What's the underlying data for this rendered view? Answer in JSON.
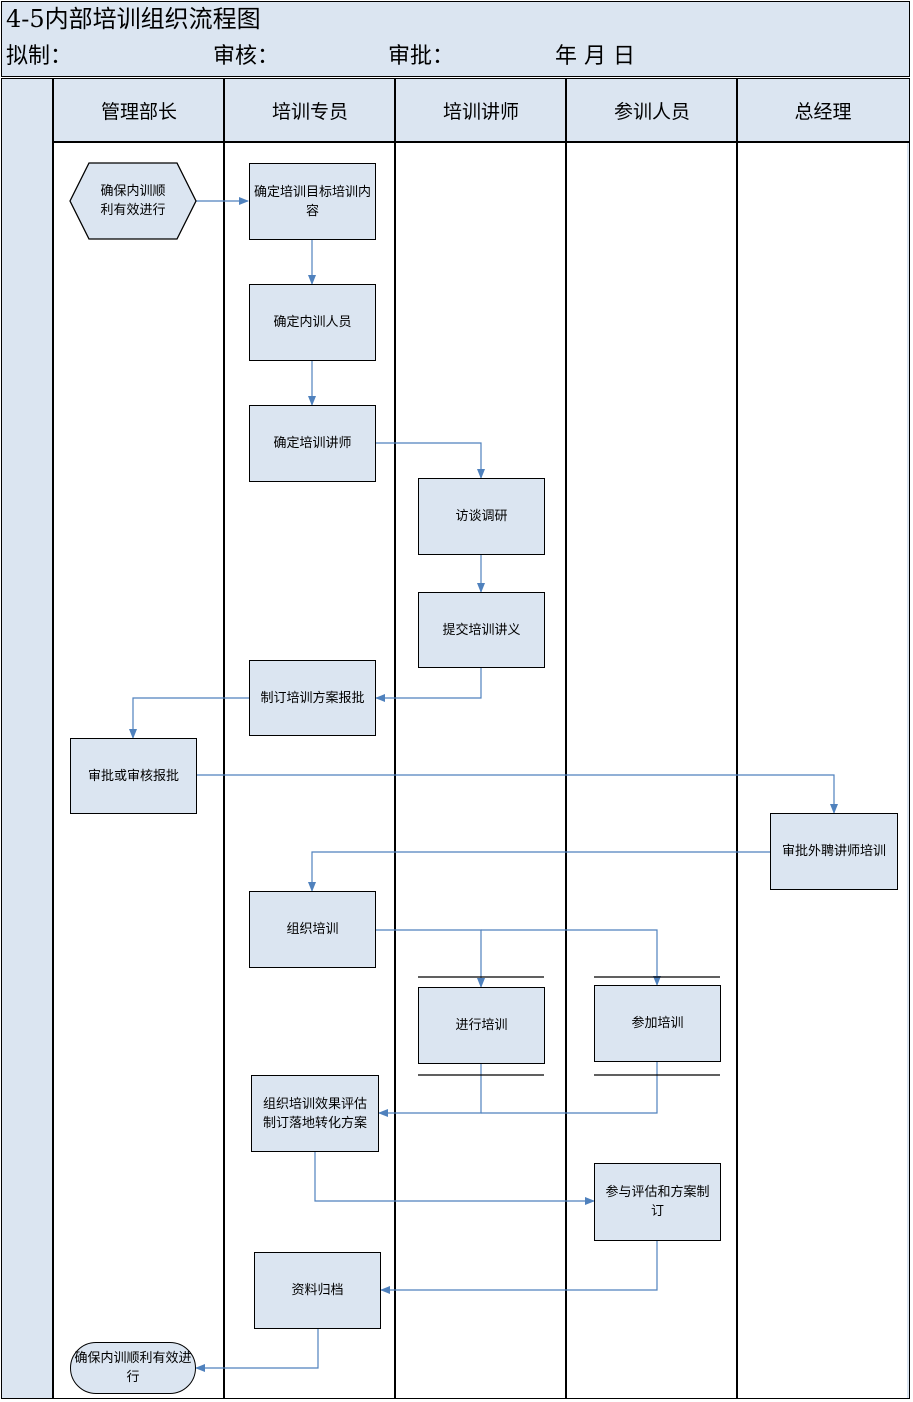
{
  "header": {
    "title": "4-5内部培训组织流程图",
    "drafted": "拟制：",
    "reviewed": "审核：",
    "approved": "审批：",
    "date": "年  月  日"
  },
  "lanes": [
    "管理部长",
    "培训专员",
    "培训讲师",
    "参训人员",
    "总经理"
  ],
  "nodes": {
    "start": "确保内训顺利有效进行",
    "set_goals": "确定培训目标培训内容",
    "set_trainees": "确定内训人员",
    "set_lecturer": "确定培训讲师",
    "interview": "访谈调研",
    "submit_notes": "提交培训讲义",
    "plan_report": "制订培训方案报批",
    "approve_review": "审批或审核报批",
    "gm_approve": "审批外聘讲师培训",
    "organize": "组织培训",
    "conduct": "进行培训",
    "attend": "参加培训",
    "evaluate": "组织培训效果评估制订落地转化方案",
    "participate_eval": "参与评估和方案制订",
    "archive": "资料归档",
    "end": "确保内训顺利有效进行"
  },
  "colors": {
    "fill": "#dbe5f1",
    "connector": "#4f81bd",
    "border": "#000000"
  }
}
